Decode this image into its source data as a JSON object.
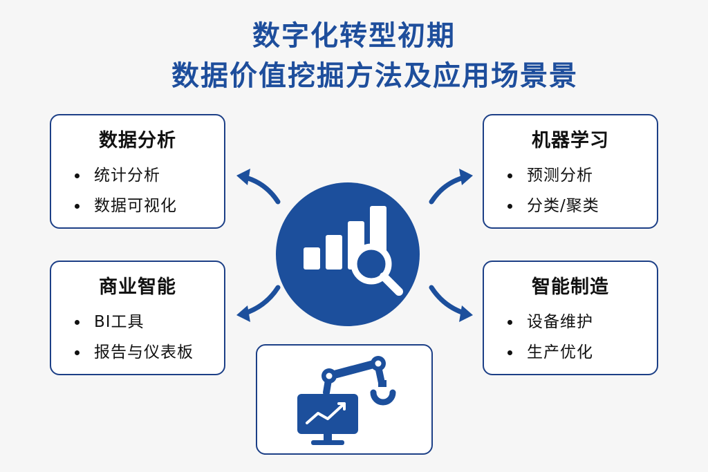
{
  "title": {
    "line1": "数字化转型初期",
    "line2": "数据价值挖掘方法及应用场景景"
  },
  "colors": {
    "brand_blue": "#1c4f9c",
    "title_blue": "#1e4e9c",
    "card_border": "#1c3f86",
    "text": "#111111",
    "background": "#f6f6f6"
  },
  "cards": {
    "data_analysis": {
      "title": "数据分析",
      "items": [
        "统计分析",
        "数据可视化"
      ]
    },
    "machine_learning": {
      "title": "机器学习",
      "items": [
        "预测分析",
        "分类/聚类"
      ]
    },
    "business_intelligence": {
      "title": "商业智能",
      "items": [
        "BI工具",
        "报告与仪表板"
      ]
    },
    "smart_manufacturing": {
      "title": "智能制造",
      "items": [
        "设备维护",
        "生产优化"
      ]
    }
  },
  "icons": {
    "center": "bar-chart-magnifier-icon",
    "robot_card": "robot-arm-monitor-icon",
    "arrows": "curved-arrow-icon"
  }
}
